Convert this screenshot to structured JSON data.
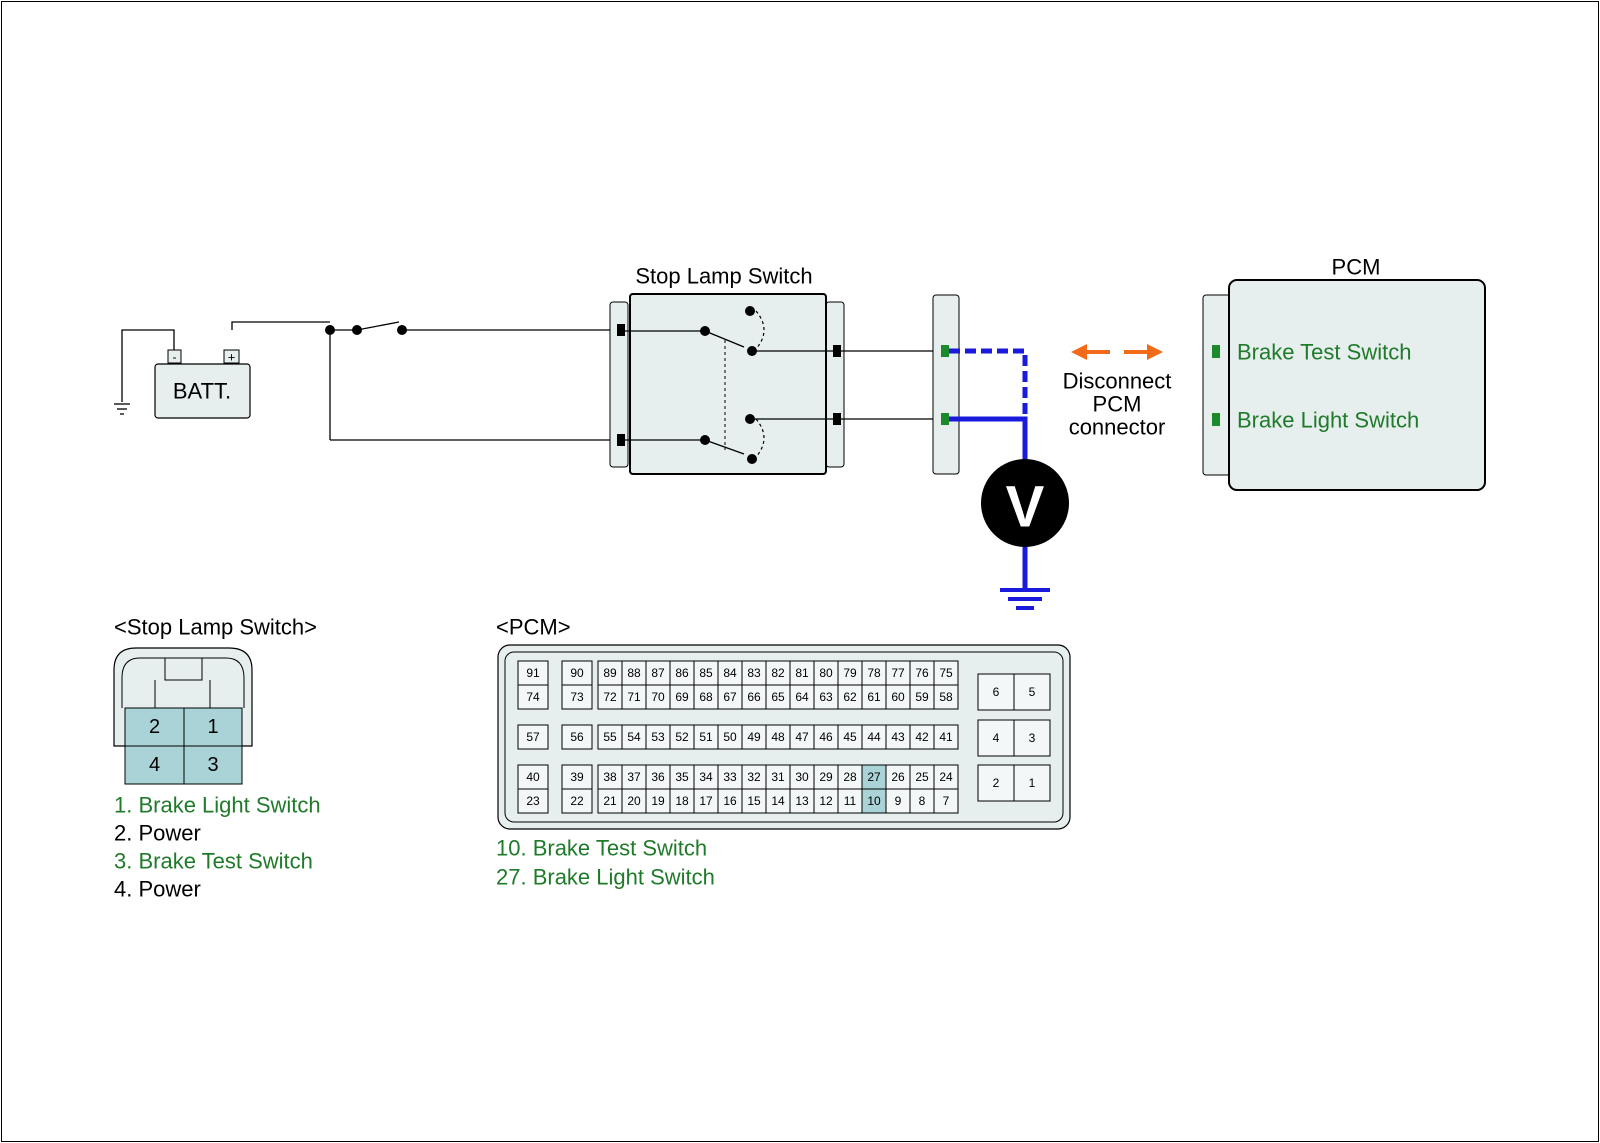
{
  "colors": {
    "wire": "#000000",
    "measure": "#1a1adc",
    "arrow": "#f06a1a",
    "terminal_green": "#1a8a2a",
    "box_fill": "#e6eeee",
    "highlight": "#a9d3d6",
    "label_green": "#1f7a2a"
  },
  "battery": {
    "label": "BATT.",
    "neg": "-",
    "pos": "+"
  },
  "switch_box": {
    "title": "Stop Lamp Switch"
  },
  "pcm_box": {
    "title": "PCM",
    "pin_labels": [
      "Brake Test Switch",
      "Brake Light Switch"
    ]
  },
  "meter": {
    "symbol": "V"
  },
  "disconnect_note": [
    "Disconnect",
    "PCM",
    "connector"
  ],
  "stop_lamp_connector": {
    "title": "<Stop Lamp Switch>",
    "pins": [
      "2",
      "1",
      "4",
      "3"
    ],
    "legend": [
      {
        "text": "1. Brake Light Switch",
        "highlight": true
      },
      {
        "text": "2. Power",
        "highlight": false
      },
      {
        "text": "3. Brake Test Switch",
        "highlight": true
      },
      {
        "text": "4. Power",
        "highlight": false
      }
    ]
  },
  "pcm_connector": {
    "title": "<PCM>",
    "rows": [
      [
        "91",
        "90",
        "89",
        "88",
        "87",
        "86",
        "85",
        "84",
        "83",
        "82",
        "81",
        "80",
        "79",
        "78",
        "77",
        "76",
        "75"
      ],
      [
        "74",
        "73",
        "72",
        "71",
        "70",
        "69",
        "68",
        "67",
        "66",
        "65",
        "64",
        "63",
        "62",
        "61",
        "60",
        "59",
        "58"
      ],
      [
        "57",
        "56",
        "55",
        "54",
        "53",
        "52",
        "51",
        "50",
        "49",
        "48",
        "47",
        "46",
        "45",
        "44",
        "43",
        "42",
        "41"
      ],
      [
        "40",
        "39",
        "38",
        "37",
        "36",
        "35",
        "34",
        "33",
        "32",
        "31",
        "30",
        "29",
        "28",
        "27",
        "26",
        "25",
        "24"
      ],
      [
        "23",
        "22",
        "21",
        "20",
        "19",
        "18",
        "17",
        "16",
        "15",
        "14",
        "13",
        "12",
        "11",
        "10",
        "9",
        "8",
        "7"
      ]
    ],
    "side_pins": [
      [
        "6",
        "5"
      ],
      [
        "4",
        "3"
      ],
      [
        "2",
        "1"
      ]
    ],
    "highlighted": [
      "27",
      "10"
    ],
    "legend": [
      {
        "text": "10. Brake Test Switch"
      },
      {
        "text": "27. Brake Light Switch"
      }
    ]
  }
}
